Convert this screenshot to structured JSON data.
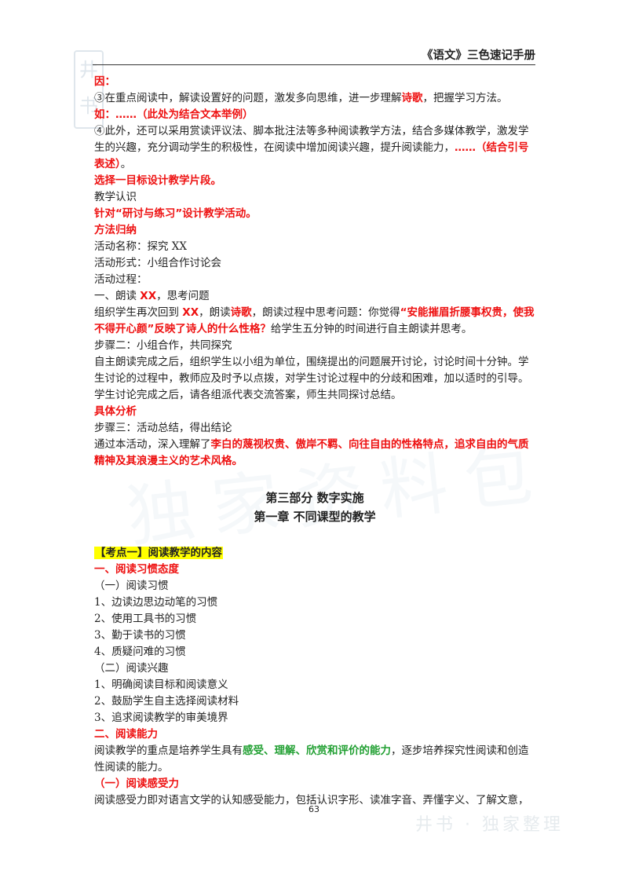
{
  "header": {
    "title": "《语文》三色速记手册"
  },
  "watermark": {
    "corner": "井书",
    "big": "独家资料包",
    "bottom": "井书 · 独家整理"
  },
  "lines": {
    "l1": "因：",
    "l2a": "③在重点阅读中，解读设置好的问题，激发多向思维，进一步理解",
    "l2b": "诗歌",
    "l2c": "，把握学习方法。",
    "l3": "如：……（此处为结合文本举例）",
    "l4a": "④此外，还可以采用赏读评议法、脚本批注法等多种阅读教学方法，结合多媒体教学，激发学生的兴趣，充分调动学生的积极性，在阅读中增加阅读兴趣，提升阅读能力，",
    "l4b": "……（结合引号表述）",
    "l4c": "。",
    "l5": "选择一目标设计教学片段。",
    "l6": "教学认识",
    "l7": "针对“研讨与练习”设计教学活动。",
    "l8": "方法归纳",
    "l9": "活动名称：探究 XX",
    "l10": "活动形式：小组合作讨论会",
    "l11": "活动过程：",
    "l12a": "一、朗读 ",
    "l12b": "XX",
    "l12c": "，思考问题",
    "l13a": "组织学生再次回到 ",
    "l13b": "XX",
    "l13c": "，朗读",
    "l13d": "诗歌",
    "l13e": "，朗读过程中思考问题：你觉得",
    "l13f": "“安能摧眉折腰事权贵，使我不得开心颜”反映了诗人的什么性格？",
    "l13g": "给学生五分钟的时间进行自主朗读并思考。",
    "l14": "步骤二：小组合作，共同探究",
    "l15": "自主朗读完成之后，组织学生以小组为单位，围绕提出的问题展开讨论，讨论时间十分钟。学生讨论的过程中，教师应及时予以点拨，对学生讨论过程中的分歧和困难，加以适时的引导。学生讨论完成之后，请各组派代表交流答案，师生共同探讨总结。",
    "l16": "具体分析",
    "l17": "步骤三：活动总结，得出结论",
    "l18a": "通过本活动，深入理解了",
    "l18b": "李白的蔑视权贵、傲岸不羁、向往自由的性格特点，追求自由的气质精神及其浪漫主义的艺术风格。"
  },
  "part": {
    "title": "第三部分  数字实施",
    "chapter": "第一章  不同课型的教学"
  },
  "section": {
    "kaodian": "【考点一】阅读教学的内容",
    "h1": "一、阅读习惯态度",
    "sub1": "（一）阅读习惯",
    "habits": [
      "1、边读边思边动笔的习惯",
      "2、使用工具书的习惯",
      "3、勤于读书的习惯",
      "4、质疑问难的习惯"
    ],
    "sub2": "（二）阅读兴趣",
    "interests": [
      "1、明确阅读目标和阅读意义",
      "2、鼓励学生自主选择阅读材料",
      "3、追求阅读教学的审美境界"
    ],
    "h2": "二、阅读能力",
    "p1a": "阅读教学的重点是培养学生具有",
    "p1b": "感受、理解、欣赏和评价的能力",
    "p1c": "，逐步培养探究性阅读和创造性阅读的能力。",
    "sub3": "（一）阅读感受力",
    "p2": "阅读感受力即对语言文学的认知感受能力，包括认识字形、读准字音、弄懂字义、了解文意，"
  },
  "page_number": "63"
}
